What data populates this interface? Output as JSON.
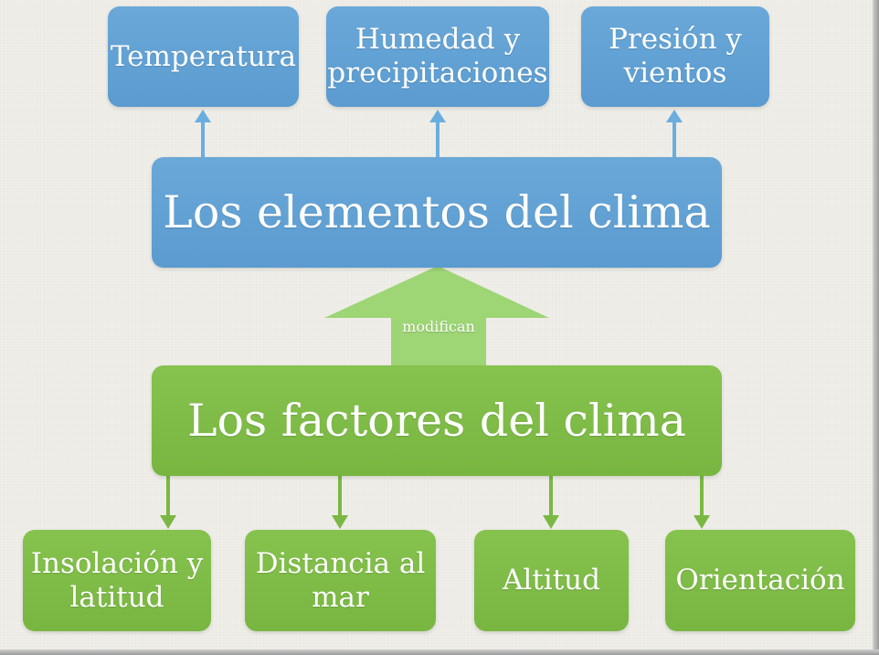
{
  "elements": {
    "title": "Los elementos del clima",
    "items": [
      {
        "label": "Temperatura"
      },
      {
        "label": "Humedad y\nprecipitaciones"
      },
      {
        "label": "Presión y\nvientos"
      }
    ]
  },
  "connector": {
    "label": "modifican"
  },
  "factors": {
    "title": "Los factores del clima",
    "items": [
      {
        "label": "Insolación y\nlatitud"
      },
      {
        "label": "Distancia al\nmar"
      },
      {
        "label": "Altitud"
      },
      {
        "label": "Orientación"
      }
    ]
  },
  "colors": {
    "blue_box": "#5b9bd0",
    "green_box": "#7ab843",
    "blue_arrow": "#6aaee0",
    "green_arrow": "#7ab843",
    "big_arrow": "#8ccf5c",
    "background": "#efeee8"
  }
}
